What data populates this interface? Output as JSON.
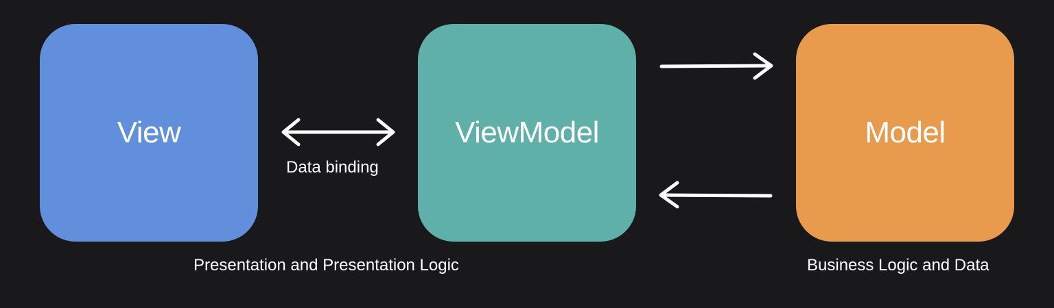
{
  "nodes": {
    "view": {
      "label": "View",
      "color": "#628fdc"
    },
    "viewmodel": {
      "label": "ViewModel",
      "color": "#5fb0a9"
    },
    "model": {
      "label": "Model",
      "color": "#e89b4c"
    }
  },
  "edges": {
    "view_viewmodel": {
      "label": "Data binding",
      "direction": "bidirectional"
    },
    "viewmodel_to_model": {
      "direction": "right"
    },
    "model_to_viewmodel": {
      "direction": "left"
    }
  },
  "captions": {
    "presentation": "Presentation and Presentation Logic",
    "business": "Business Logic and Data"
  },
  "colors": {
    "background": "#19191b",
    "text": "#ffffff",
    "arrow": "#ffffff"
  }
}
